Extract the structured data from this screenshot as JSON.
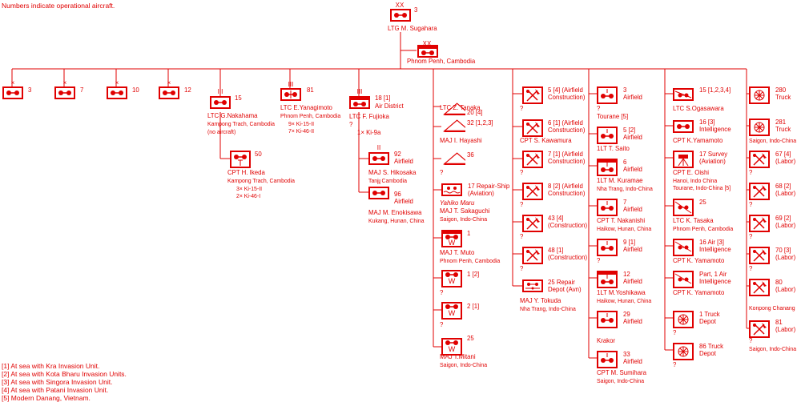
{
  "note": "Numbers indicate operational aircraft.",
  "color": "#e00000",
  "top": {
    "echelon": "XX",
    "num": "3",
    "cmd": "LTG M. Sugahara"
  },
  "hq": {
    "echelon": "XX",
    "loc": "Phnom Penh, Cambodia"
  },
  "brigades": [
    {
      "n": "3"
    },
    {
      "n": "7"
    },
    {
      "n": "10"
    },
    {
      "n": "12"
    }
  ],
  "units": {
    "g15": {
      "ech": "III",
      "n": "15",
      "l1": "LTC G.Nakahama",
      "l2": "Kampong Trach, Cambodia",
      "l3": "(no aircraft)"
    },
    "s50": {
      "n": "50",
      "l1": "CPT H. Ikeda",
      "l2": "Kampong Trach, Cambodia",
      "l3": "3× Ki-15-II",
      "l4": "2× Ki-46-I"
    },
    "g81": {
      "ech": "III",
      "n": "81",
      "l1": "LTC E.Yanagimoto",
      "l2": "Phnom Penh, Cambodia",
      "l3": "9× Ki-15-II",
      "l4": "7× Ki-46-II"
    },
    "d18": {
      "ech": "III",
      "n": "18 [1]",
      "n2": "Air District",
      "l1": "LTC F. Fujioka",
      "l2": "?",
      "l3": "1× Ki-9a"
    },
    "a92": {
      "n": "92",
      "n2": "Airfield",
      "l1": "MAJ S. Hikosaka",
      "l2": "Tani, Cambodia"
    },
    "a96": {
      "n": "96",
      "n2": "Airfield",
      "l1": "MAJ M. Enokisawa",
      "l2": "Kukang, Hunan, China"
    }
  },
  "col4": [
    {
      "n": "20 [4]",
      "l1": "LTC Z. Tanaka"
    },
    {
      "n": "32 [1,2,3]",
      "l1": "MAJ I. Hayashi"
    },
    {
      "n": "36",
      "l1": "?"
    },
    {
      "n": "17 Repair-Ship",
      "n2": "(Aviation)",
      "l1": "Yahiko Maru",
      "l2": "MAJ T. Sakaguchi",
      "l3": "Saigon, Indo-China"
    },
    {
      "n": "1",
      "l1": "MAJ T. Muto",
      "l2": "Phnom Penh, Cambodia"
    },
    {
      "n": "1 [2]",
      "l1": "?"
    },
    {
      "n": "2 [1]",
      "l1": "?"
    },
    {
      "n": "25",
      "l1": "MAJ T.Mitani",
      "l2": "Saigon, Indo-China"
    }
  ],
  "col5": [
    {
      "n": "5 [4] (Airfield",
      "n2": "Construction)",
      "l1": "?"
    },
    {
      "n": "6 [1] (Airfield",
      "n2": "Construction)",
      "l1": "CPT S. Kawamura"
    },
    {
      "n": "7 [1] (Airfield",
      "n2": "Construction)",
      "l1": "?"
    },
    {
      "n": "8 [2] (Airfield",
      "n2": "Construction)",
      "l1": "?"
    },
    {
      "n": "43 [4]",
      "n2": "(Construction)",
      "l1": "?"
    },
    {
      "n": "48 [1]",
      "n2": "(Construction)",
      "l1": "?"
    },
    {
      "n": "25 Repair",
      "n2": "Depot (Avn)",
      "l1": "MAJ Y. Tokuda",
      "l2": "Nha Trang, Indo-China"
    }
  ],
  "col6": [
    {
      "n": "3",
      "n2": "Airfield",
      "l1": "?",
      "l2": "Tourane [5]"
    },
    {
      "n": "5 [2]",
      "n2": "Airfield",
      "l1": "1LT T. Saito"
    },
    {
      "n": "6",
      "n2": "Airfield",
      "l1": "1LT M. Kuramae",
      "l2": "Nha Trang, Indo-China"
    },
    {
      "n": "7",
      "n2": "Airfield",
      "l1": "CPT T. Nakanishi",
      "l2": "Haikow, Hunan, China"
    },
    {
      "n": "9 [1]",
      "n2": "Airfield",
      "l1": "?"
    },
    {
      "n": "12",
      "n2": "Airfield",
      "l1": "1LT M.Yoshikawa",
      "l2": "Haikow, Hunan, China"
    },
    {
      "n": "29",
      "n2": "Airfield",
      "l1": "Krakor"
    },
    {
      "n": "33",
      "n2": "Airfield",
      "l1": "CPT M. Sumihara",
      "l2": "Saigon, Indo-China"
    }
  ],
  "col7": [
    {
      "n": "15 [1,2,3,4]",
      "l1": "LTC S.Ogasawara"
    },
    {
      "n": "16 [3]",
      "n2": "Intelligence",
      "l1": "CPT K.Yamamoto"
    },
    {
      "n": "17 Survey",
      "n2": "(Aviation)",
      "l1": "CPT E. Oishi",
      "l2": "Hanoi, Indo China",
      "l3": "Tourane, Indo-China [5]"
    },
    {
      "n": "25",
      "l1": "LTC K. Tasaka",
      "l2": "Phnom Penh, Cambodia"
    },
    {
      "n": "16 Air [3]",
      "n2": "Intelligence",
      "l1": "CPT K. Yamamoto"
    },
    {
      "n": "Part, 1 Air",
      "n2": "Intelligence",
      "l1": "CPT K. Yamamoto"
    },
    {
      "n": "1 Truck",
      "n2": "Depot",
      "l1": "?"
    },
    {
      "n": "86 Truck",
      "n2": "Depot",
      "l1": "?"
    }
  ],
  "col8": [
    {
      "n": "280",
      "n2": "Truck"
    },
    {
      "n": "281",
      "n2": "Truck",
      "l1": "Saigon, Indo-China"
    },
    {
      "n": "67 [4]",
      "n2": "(Labor)",
      "l1": "?"
    },
    {
      "n": "68 [2]",
      "n2": "(Labor)",
      "l1": "?"
    },
    {
      "n": "69 [2]",
      "n2": "(Labor)",
      "l1": "?"
    },
    {
      "n": "70 [3]",
      "n2": "(Labor)",
      "l1": "?"
    },
    {
      "n": "80",
      "n2": "(Labor)",
      "l1": "Konpong Chanang"
    },
    {
      "n": "81",
      "n2": "(Labor)",
      "l1": "Saigon, Indo-China"
    }
  ],
  "footnotes": [
    "[1] At sea with Kra Invasion Unit.",
    "[2] At sea with Kota Bharu Invasion Units.",
    "[3] At sea with Singora Invasion Unit.",
    "[4] At sea with Patani Invasion Unit.",
    "[5] Modern Danang, Vietnam."
  ]
}
